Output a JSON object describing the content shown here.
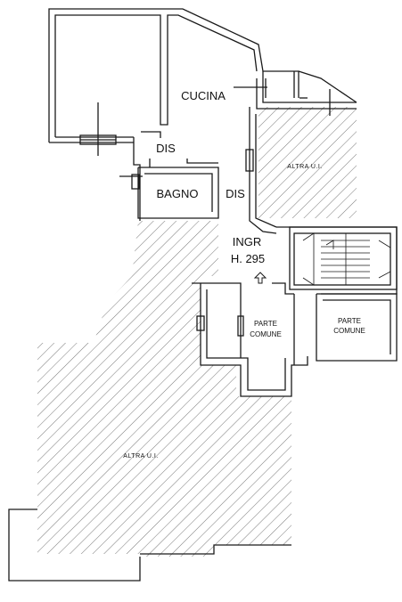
{
  "colors": {
    "wall": "#1a1a1a",
    "hatch": "#555555",
    "background": "#ffffff"
  },
  "labels": {
    "cucina": "CUCINA",
    "dis_top": "DIS",
    "dis_side": "DIS",
    "bagno": "BAGNO",
    "ingr": "INGR",
    "height": "H. 295",
    "parte_comune_1a": "PARTE",
    "parte_comune_1b": "COMUNE",
    "parte_comune_2a": "PARTE",
    "parte_comune_2b": "COMUNE",
    "altra_ui_top": "ALTRA U.I.",
    "altra_ui_bottom": "ALTRA U.I."
  },
  "icons": {
    "entrance": "up-arrow-icon",
    "stairs": "staircase-icon"
  }
}
